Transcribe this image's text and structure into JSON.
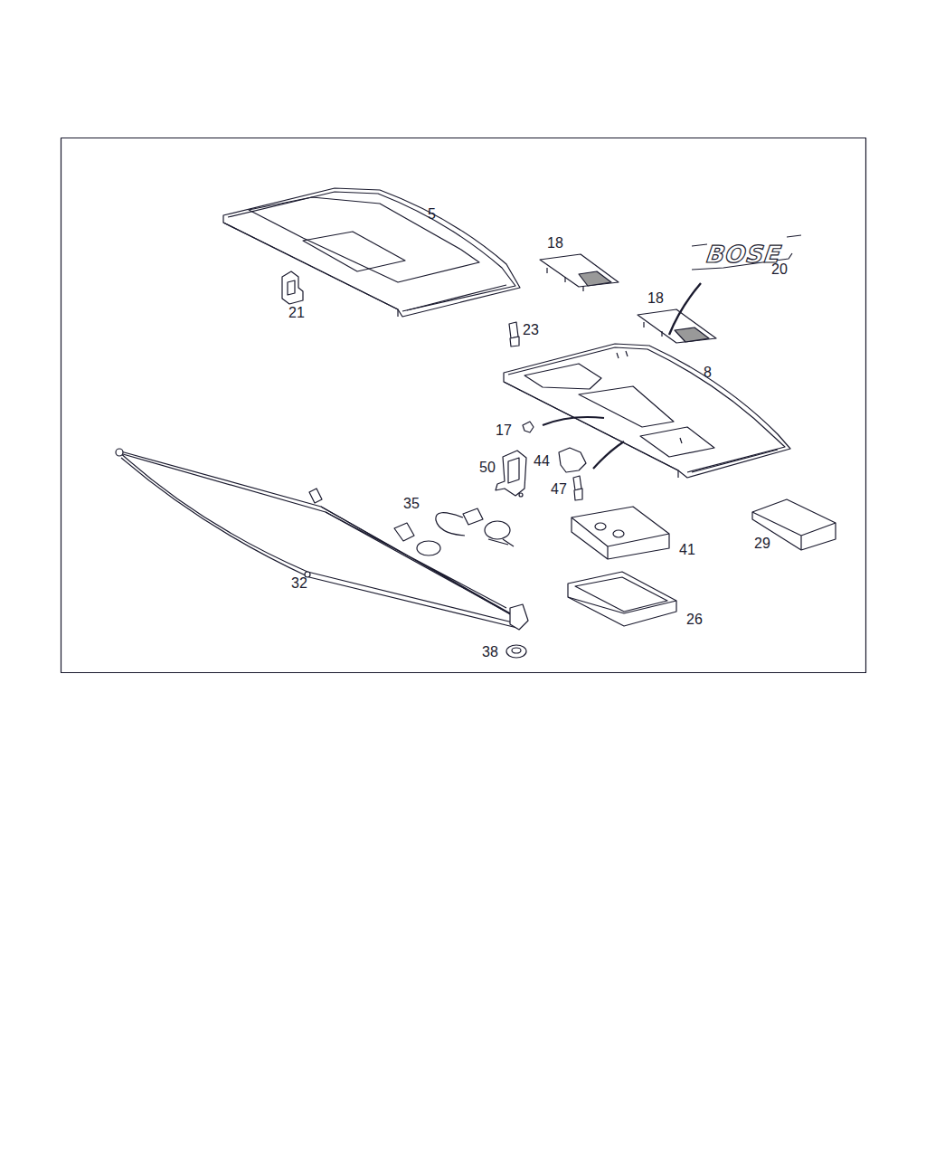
{
  "diagram": {
    "labels": [
      "5",
      "18",
      "BOSE",
      "20",
      "21",
      "18",
      "23",
      "8",
      "17",
      "44",
      "50",
      "47",
      "35",
      "41",
      "29",
      "32",
      "26",
      "38"
    ]
  }
}
